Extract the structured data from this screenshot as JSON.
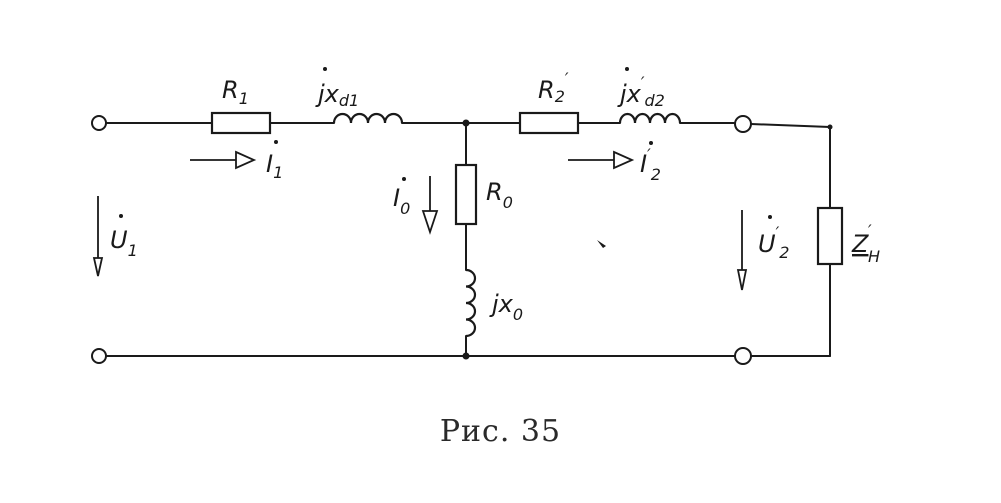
{
  "diagram": {
    "labels": {
      "r1": "R",
      "r1_sub": "1",
      "xd1_j": "jx",
      "xd1_sub": "d1",
      "r2": "R",
      "r2_sub": "2",
      "r2_prime": "′",
      "xd2_j": "jx",
      "xd2_prime": "′",
      "xd2_sub": "d2",
      "i1": "I",
      "i1_sub": "1",
      "i2": "I",
      "i2_sub": "2",
      "i2_prime": "′",
      "u1": "U",
      "u1_sub": "1",
      "i0": "I",
      "i0_sub": "0",
      "r0": "R",
      "r0_sub": "0",
      "x0_j": "jx",
      "x0_sub": "0",
      "u2": "U",
      "u2_sub": "2",
      "u2_prime": "′",
      "zh": "Z",
      "zh_sub": "H",
      "zh_prime": "′"
    }
  },
  "caption": "Рис. 35"
}
